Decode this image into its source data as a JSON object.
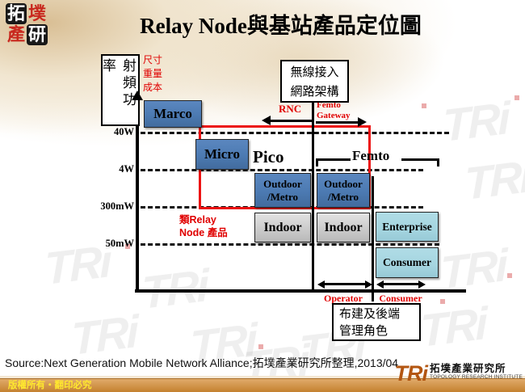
{
  "slide": {
    "title": "Relay Node與基站產品定位圖",
    "watermark": "TRi",
    "logo": {
      "c1": "拓",
      "c2": "墣",
      "c3": "產",
      "c4": "研"
    },
    "source_line": "Source:Next Generation Mobile Network Alliance;拓墣產業研究所整理,2013/04",
    "footer": {
      "copyright": "版權所有‧翻印必究",
      "tri": "TRi",
      "org_cn": "拓墣產業研究所",
      "org_en": "TOPOLOGY RESEARCH INSTITUTE"
    }
  },
  "diagram": {
    "y_axis_label": "射頻功率",
    "y_axis_note": "尺寸\n重量\n成本",
    "ticks": [
      "40W",
      "4W",
      "300mW",
      "50mW"
    ],
    "network_box": "無線接入\n網路架構",
    "rnc": "RNC",
    "femto_gateway": "Femto\nGateway",
    "relay_note": "類Relay\nNode 產品",
    "pico": "Pico",
    "femto": "Femto",
    "boxes": {
      "marco": "Marco",
      "micro": "Micro",
      "outdoor_metro_1": "Outdoor\n/Metro",
      "outdoor_metro_2": "Outdoor\n/Metro",
      "indoor_1": "Indoor",
      "indoor_2": "Indoor",
      "enterprise": "Enterprise",
      "consumer": "Consumer"
    },
    "operator": "Operator",
    "consumer": "Consumer",
    "role_box": "布建及後端\n管理角色"
  }
}
